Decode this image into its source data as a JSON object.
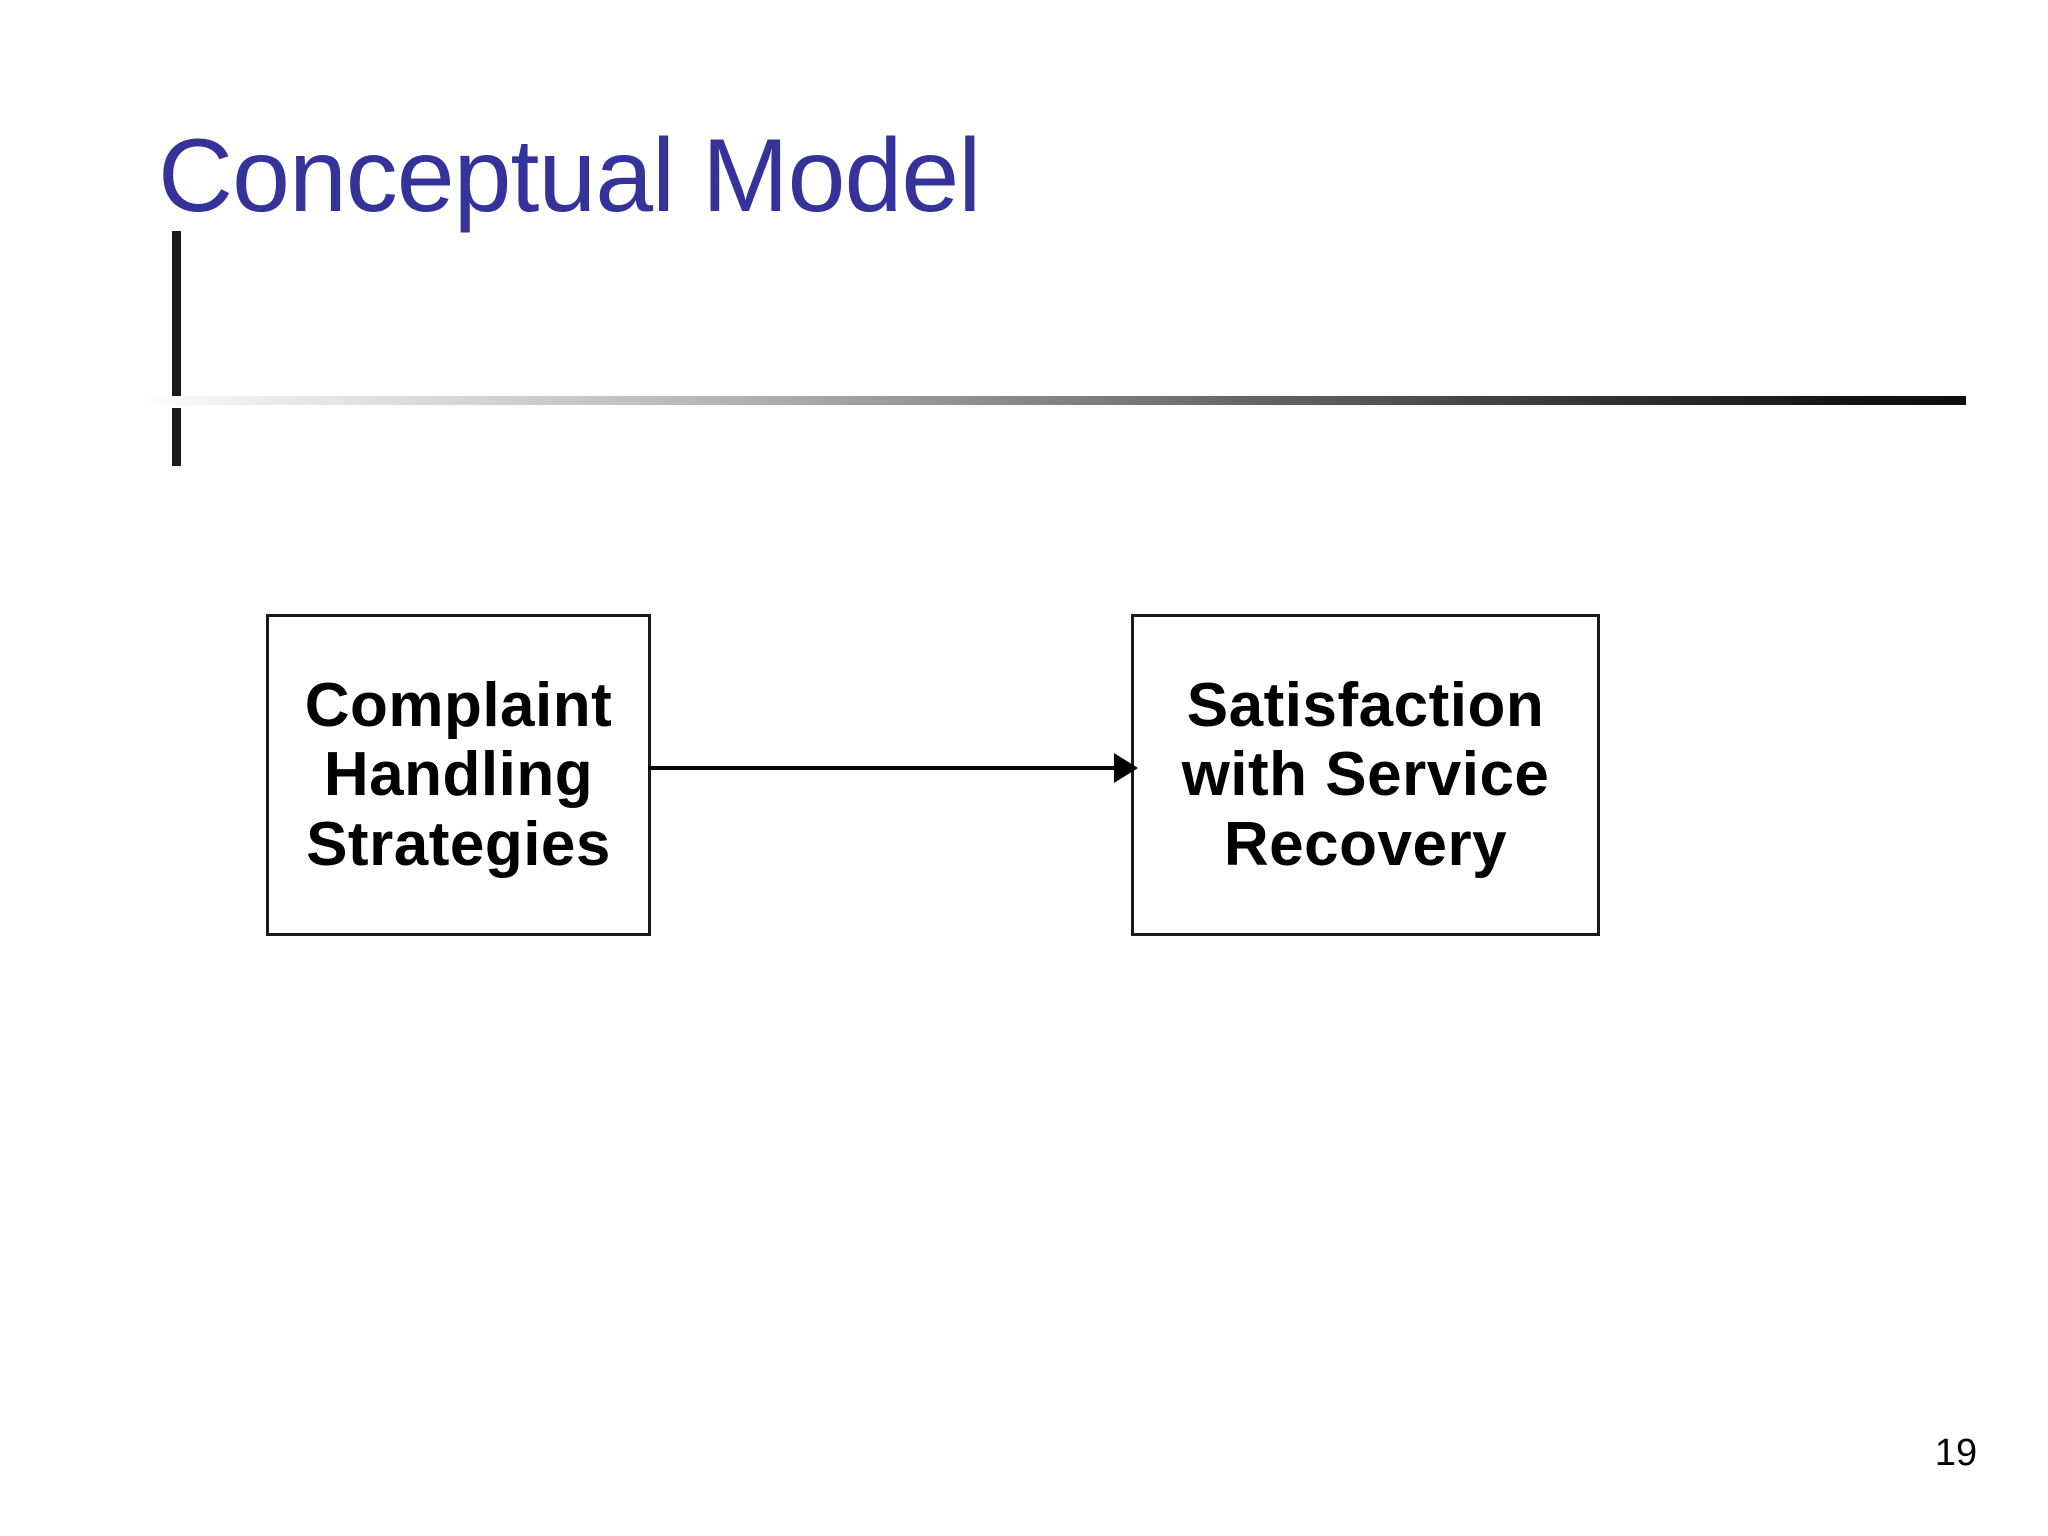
{
  "slide": {
    "title": "Conceptual Model",
    "title_color": "#333399",
    "background_color": "#ffffff",
    "page_number": "19"
  },
  "diagram": {
    "type": "flow",
    "nodes": [
      {
        "id": "complaint-handling-strategies",
        "lines": [
          "Complaint",
          "Handling",
          "Strategies"
        ],
        "border_color": "#1a1a1a",
        "text_color": "#000000"
      },
      {
        "id": "satisfaction-with-service-recovery",
        "lines": [
          "Satisfaction",
          "with Service",
          "Recovery"
        ],
        "border_color": "#1a1a1a",
        "text_color": "#000000"
      }
    ],
    "edges": [
      {
        "from": "complaint-handling-strategies",
        "to": "satisfaction-with-service-recovery",
        "label": "",
        "style": "solid-arrow",
        "color": "#000000"
      }
    ]
  },
  "divider": {
    "gradient_from": "#ffffff",
    "gradient_to": "#0d0d0e"
  }
}
